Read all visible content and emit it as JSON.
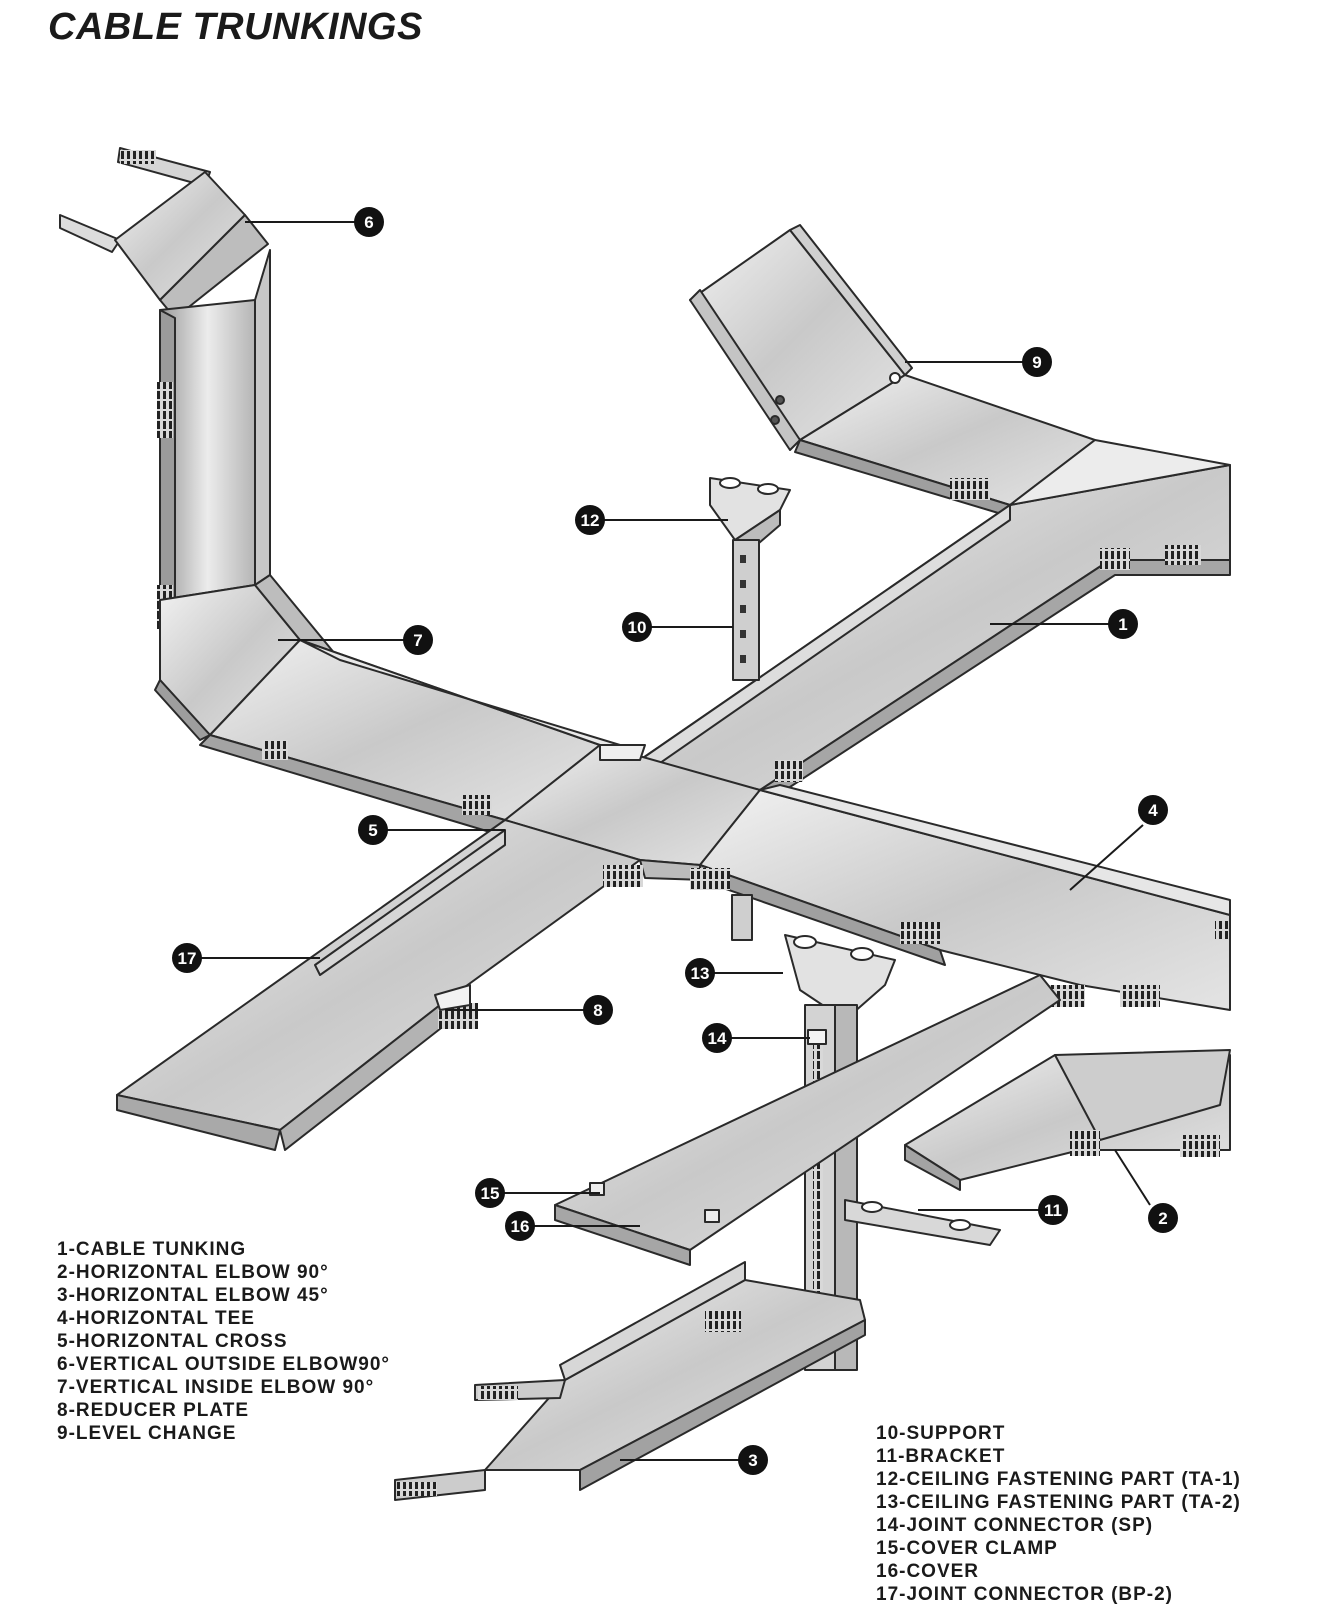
{
  "title": "CABLE TRUNKINGS",
  "legend_left": [
    "1-CABLE TUNKING",
    "2-HORIZONTAL ELBOW 90°",
    "3-HORIZONTAL ELBOW 45°",
    "4-HORIZONTAL TEE",
    "5-HORIZONTAL CROSS",
    "6-VERTICAL OUTSIDE ELBOW90°",
    "7-VERTICAL INSIDE ELBOW 90°",
    "8-REDUCER PLATE",
    "9-LEVEL CHANGE"
  ],
  "legend_right": [
    "10-SUPPORT",
    "11-BRACKET",
    "12-CEILING FASTENING PART (TA-1)",
    "13-CEILING FASTENING PART (TA-2)",
    "14-JOINT CONNECTOR (SP)",
    "15-COVER CLAMP",
    "16-COVER",
    "17-JOINT CONNECTOR (BP-2)"
  ],
  "callouts": [
    "1",
    "2",
    "3",
    "4",
    "5",
    "6",
    "7",
    "8",
    "9",
    "10",
    "11",
    "12",
    "13",
    "14",
    "15",
    "16",
    "17"
  ],
  "colors": {
    "metal_light": "#e6e6e6",
    "metal_mid": "#bdbdbd",
    "metal_dark": "#8a8a8a",
    "outline": "#2a2a2a",
    "callout_fill": "#111111"
  }
}
